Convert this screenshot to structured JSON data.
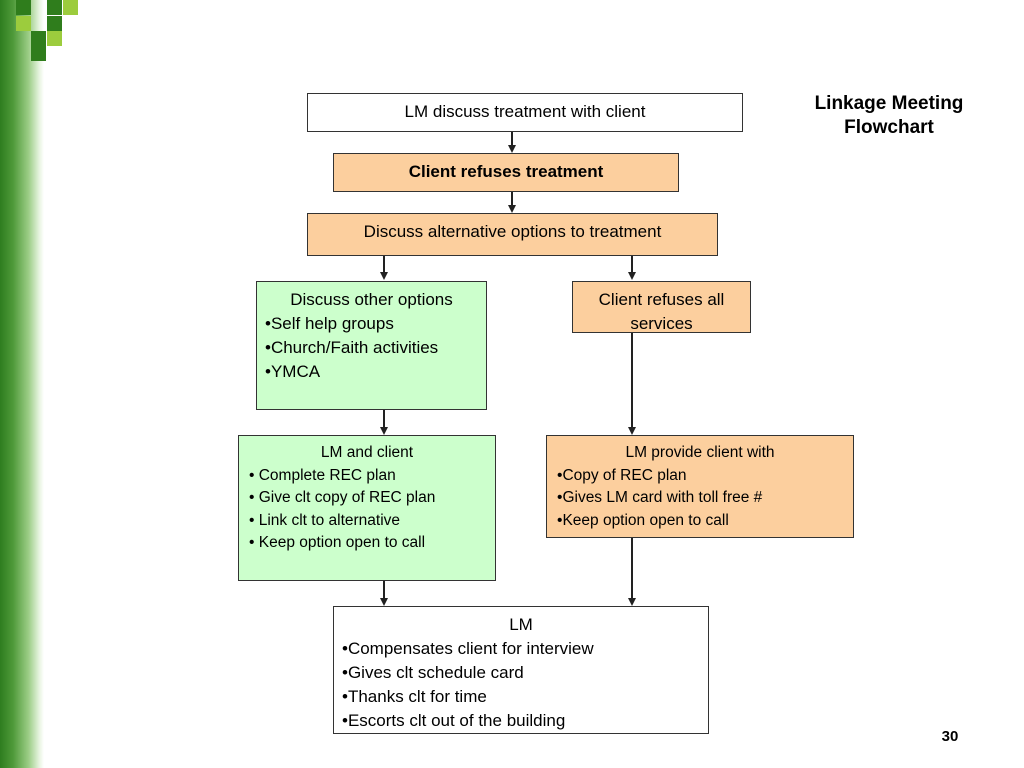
{
  "title": "Linkage Meeting Flowchart",
  "page_number": "30",
  "nodes": {
    "lm_discuss": {
      "text": "LM discuss treatment with client"
    },
    "client_refuses_treatment": {
      "text": "Client refuses treatment"
    },
    "discuss_alternatives": {
      "text": "Discuss alternative options to treatment"
    },
    "other_options": {
      "heading": "Discuss other options",
      "items": [
        "Self help groups",
        "Church/Faith activities",
        "YMCA"
      ]
    },
    "refuses_all": {
      "text": "Client refuses all services"
    },
    "lm_and_client": {
      "heading": "LM and client",
      "items": [
        "Complete REC plan",
        "Give clt copy of REC plan",
        "Link clt to alternative",
        "Keep option open to call"
      ]
    },
    "lm_provide": {
      "heading": "LM provide client with",
      "items": [
        "Copy of REC plan",
        "Gives LM card with toll free #",
        "Keep option open to call"
      ]
    },
    "lm_final": {
      "heading": "LM",
      "items": [
        "Compensates client for interview",
        "Gives clt schedule card",
        "Thanks clt  for time",
        "Escorts clt out of the building"
      ]
    }
  },
  "colors": {
    "orange_box": "#fccf9e",
    "green_box": "#ccffcc",
    "sidebar_green": "#2e7d1f"
  }
}
